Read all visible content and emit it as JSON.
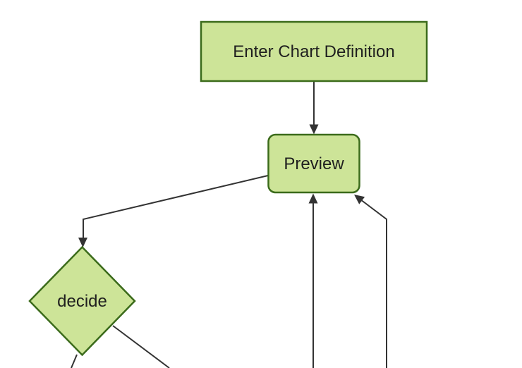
{
  "diagram": {
    "type": "flowchart-top-down",
    "background": "#ffffff",
    "colors": {
      "node_fill": "#cde498",
      "node_stroke": "#3b6b1b",
      "edge_stroke": "#333333",
      "text": "#1f1f1f"
    },
    "nodes": {
      "enter_chart_definition": {
        "label": "Enter Chart Definition",
        "shape": "rectangle"
      },
      "preview": {
        "label": "Preview",
        "shape": "rounded-rectangle"
      },
      "decide": {
        "label": "decide",
        "shape": "diamond"
      }
    },
    "connections": [
      {
        "from": "enter-chart-definition",
        "to": "preview",
        "style": "arrow"
      },
      {
        "from": "preview",
        "to": "decide",
        "style": "arrow"
      },
      {
        "from": "offscreen-bottom",
        "to": "preview",
        "style": "arrow"
      },
      {
        "from": "offscreen-bottom-right",
        "to": "preview",
        "style": "arrow"
      },
      {
        "from": "decide",
        "to": "offscreen-bottom-left",
        "style": "line"
      },
      {
        "from": "decide",
        "to": "offscreen-bottom-right",
        "style": "line"
      }
    ]
  }
}
